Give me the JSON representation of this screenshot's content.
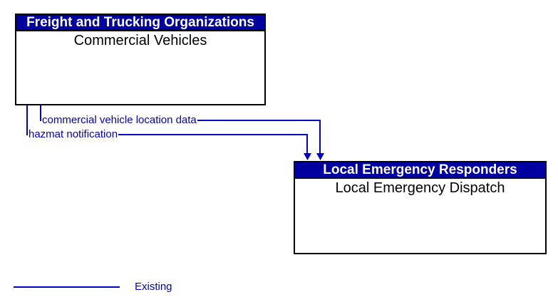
{
  "entities": [
    {
      "header": "Freight and Trucking Organizations",
      "name": "Commercial Vehicles"
    },
    {
      "header": "Local Emergency Responders",
      "name": "Local Emergency Dispatch"
    }
  ],
  "flows": [
    {
      "label": "commercial vehicle location data",
      "direction": "down",
      "status": "existing"
    },
    {
      "label": "hazmat notification",
      "direction": "down",
      "status": "existing"
    }
  ],
  "legend": {
    "items": [
      {
        "label": "Existing"
      }
    ]
  },
  "colors": {
    "header_bg": "#0000A0",
    "header_text": "#FFFFFF",
    "entity_border": "#000000",
    "entity_text": "#000000",
    "flow_line": "#0000C8",
    "flow_label_text": "#0000C8",
    "background": "#FFFFFF"
  }
}
